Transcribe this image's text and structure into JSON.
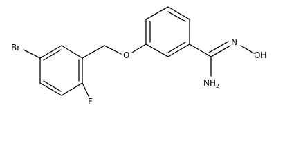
{
  "molecule": {
    "atoms": {
      "bromine": "Br",
      "fluorine": "F",
      "ether_oxygen": "O",
      "oxime_nitrogen": "N",
      "hydroxyl": "OH",
      "amine_main": "NH",
      "amine_sub": "2"
    },
    "colors": {
      "bond": "#000000",
      "label": "#000000",
      "background": "#ffffff"
    }
  }
}
